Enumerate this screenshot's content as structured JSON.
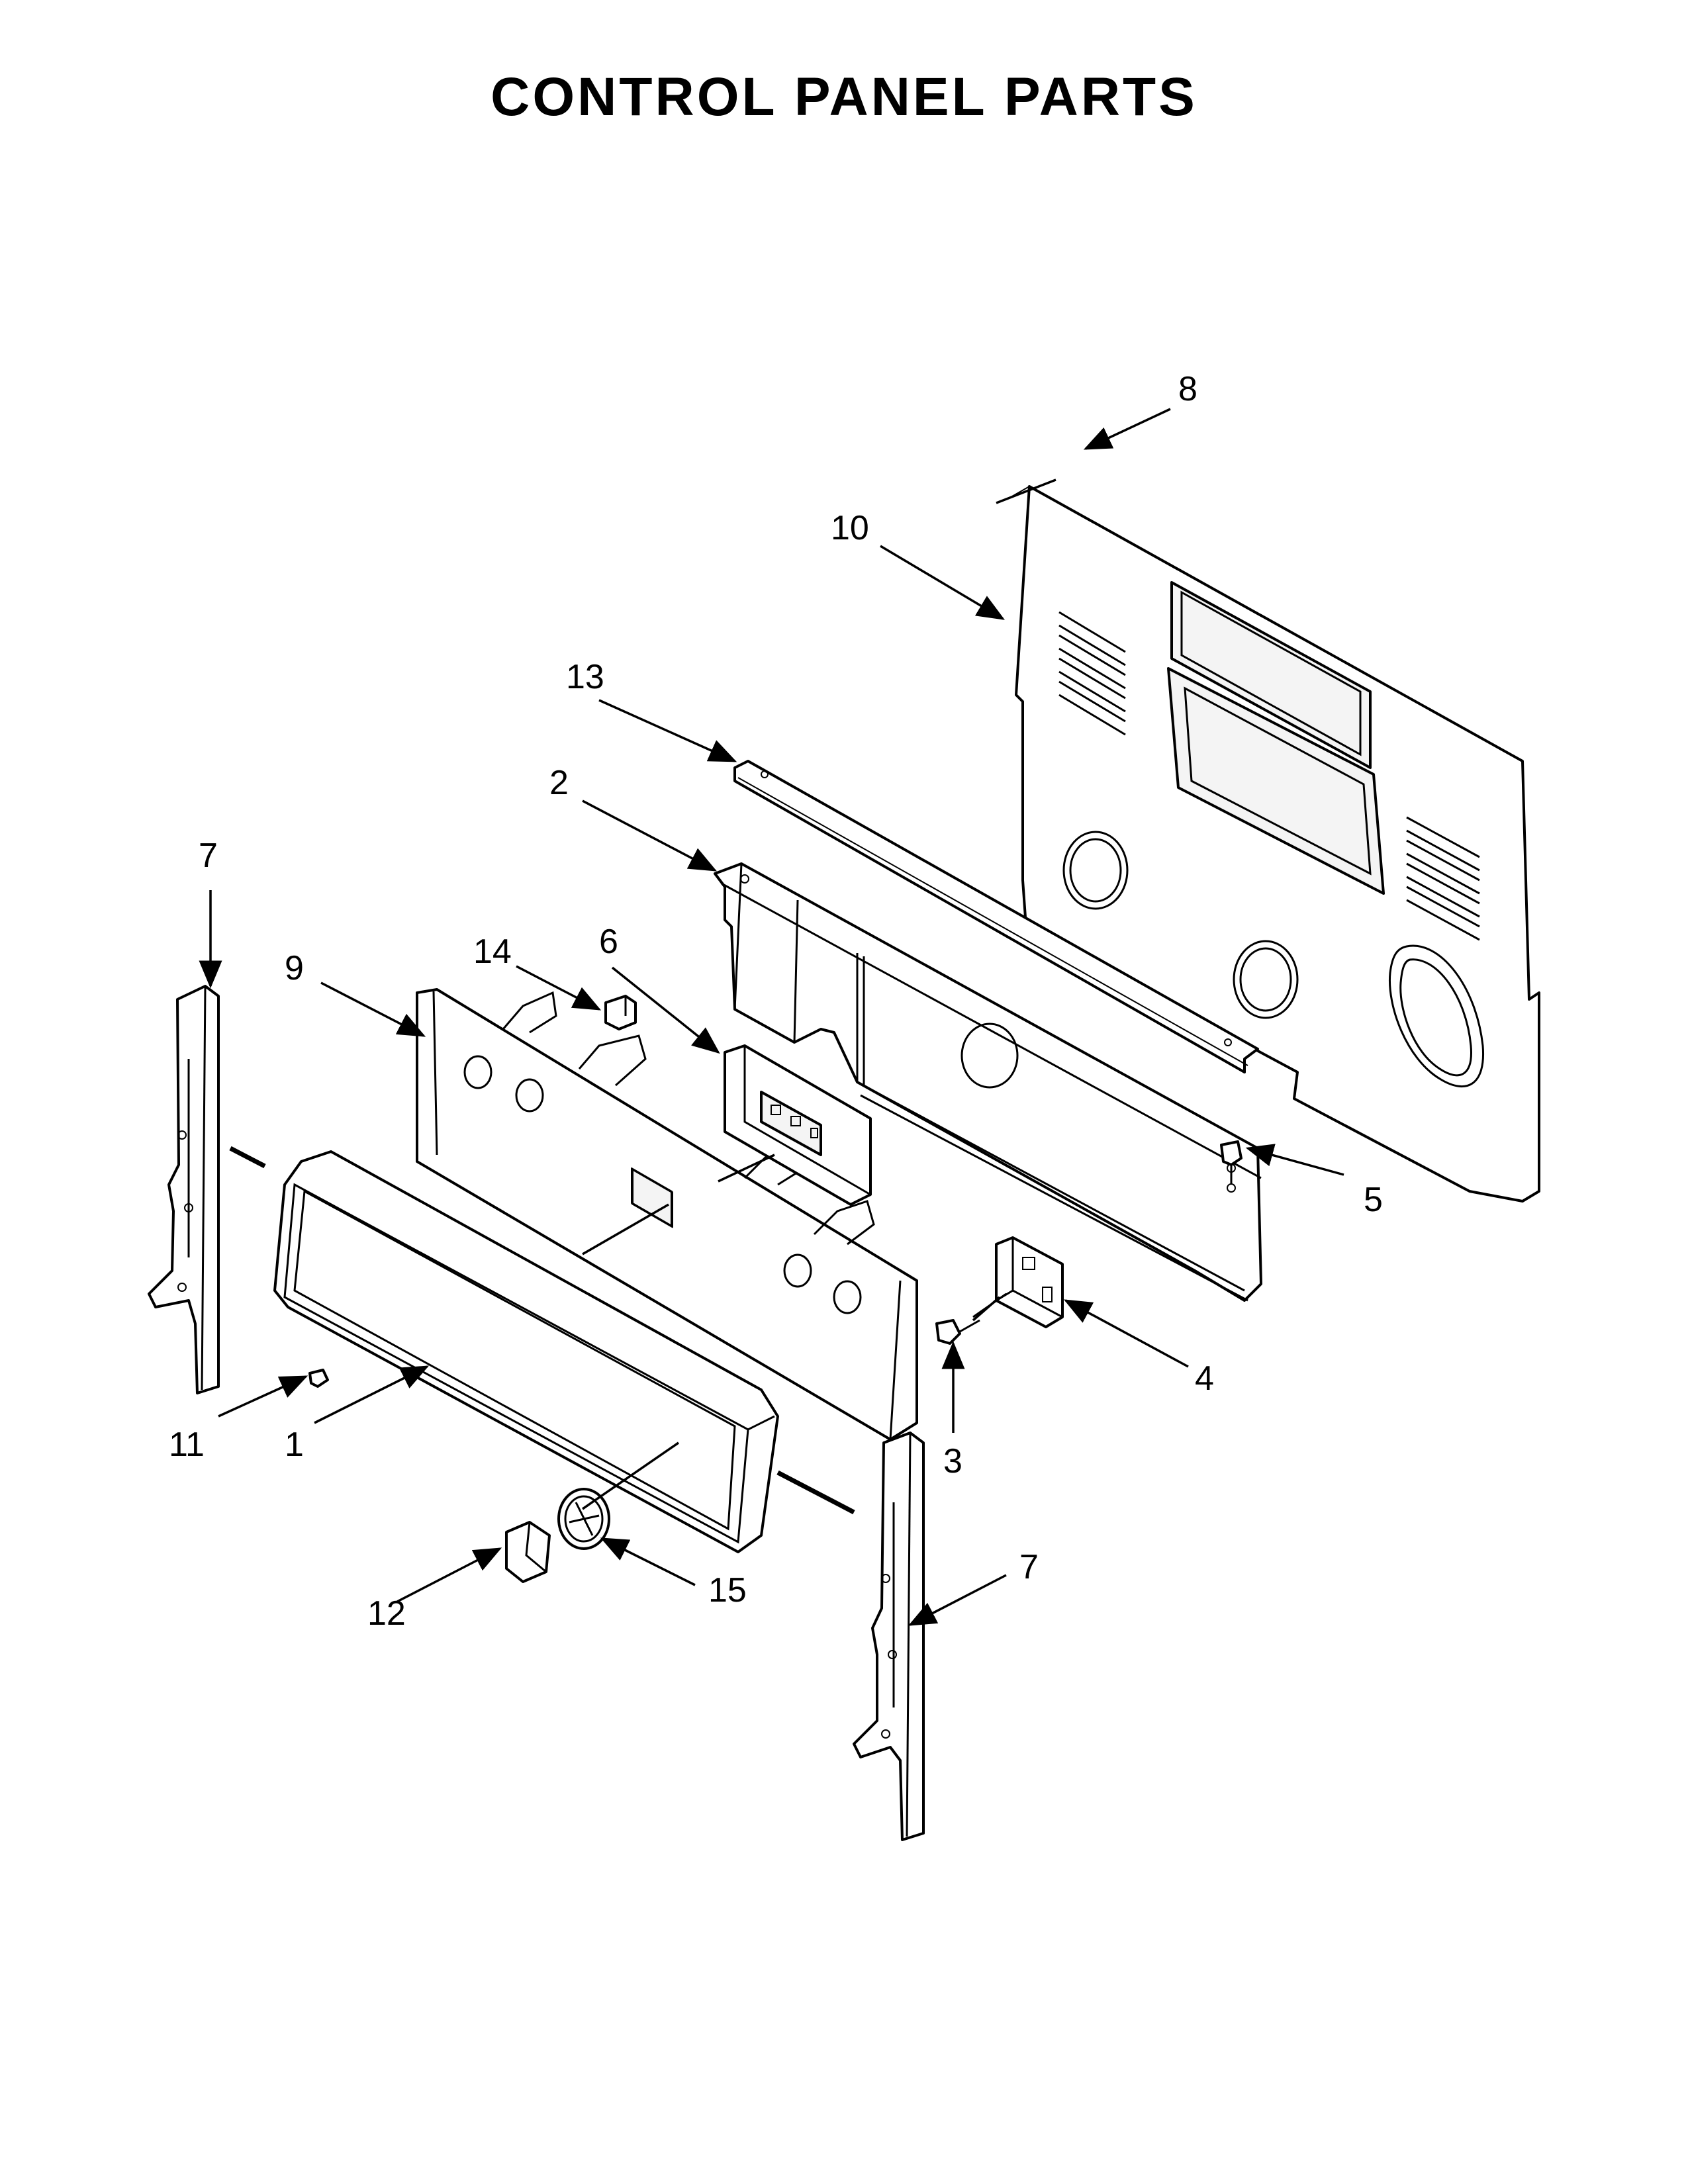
{
  "title": "CONTROL PANEL PARTS",
  "callouts": [
    {
      "id": "c8",
      "text": "8"
    },
    {
      "id": "c10",
      "text": "10"
    },
    {
      "id": "c13",
      "text": "13"
    },
    {
      "id": "c2",
      "text": "2"
    },
    {
      "id": "c7a",
      "text": "7"
    },
    {
      "id": "c14",
      "text": "14"
    },
    {
      "id": "c6",
      "text": "6"
    },
    {
      "id": "c9",
      "text": "9"
    },
    {
      "id": "c5",
      "text": "5"
    },
    {
      "id": "c4",
      "text": "4"
    },
    {
      "id": "c3",
      "text": "3"
    },
    {
      "id": "c11",
      "text": "11"
    },
    {
      "id": "c1",
      "text": "1"
    },
    {
      "id": "c7b",
      "text": "7"
    },
    {
      "id": "c15",
      "text": "15"
    },
    {
      "id": "c12",
      "text": "12"
    }
  ]
}
